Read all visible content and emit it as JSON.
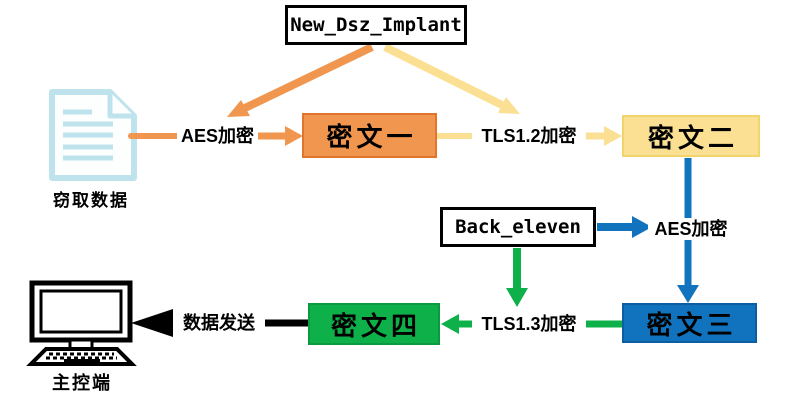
{
  "nodes": {
    "implant": {
      "label": "New_Dsz_Implant"
    },
    "stolen_data": {
      "label": "窃取数据"
    },
    "cipher1": {
      "label": "密文一"
    },
    "cipher2": {
      "label": "密文二"
    },
    "back_eleven": {
      "label": "Back_eleven"
    },
    "cipher3": {
      "label": "密文三"
    },
    "cipher4": {
      "label": "密文四"
    },
    "master": {
      "label": "主控端"
    }
  },
  "edges": {
    "aes1": {
      "label": "AES加密"
    },
    "tls12": {
      "label": "TLS1.2加密"
    },
    "aes2": {
      "label": "AES加密"
    },
    "tls13": {
      "label": "TLS1.3加密"
    },
    "send": {
      "label": "数据发送"
    }
  },
  "icons": {
    "source": "document-icon",
    "target": "computer-icon"
  },
  "colors": {
    "orange": "#F0964E",
    "orangeBorder": "#E2752C",
    "yellow": "#FBE093",
    "yellowBorder": "#F3D36B",
    "blue": "#1173BE",
    "blueBorder": "#0C5EA0",
    "green": "#0EB04A",
    "greenBorder": "#0B9A3F",
    "docBlue": "#BFE3EC",
    "black": "#000000"
  }
}
